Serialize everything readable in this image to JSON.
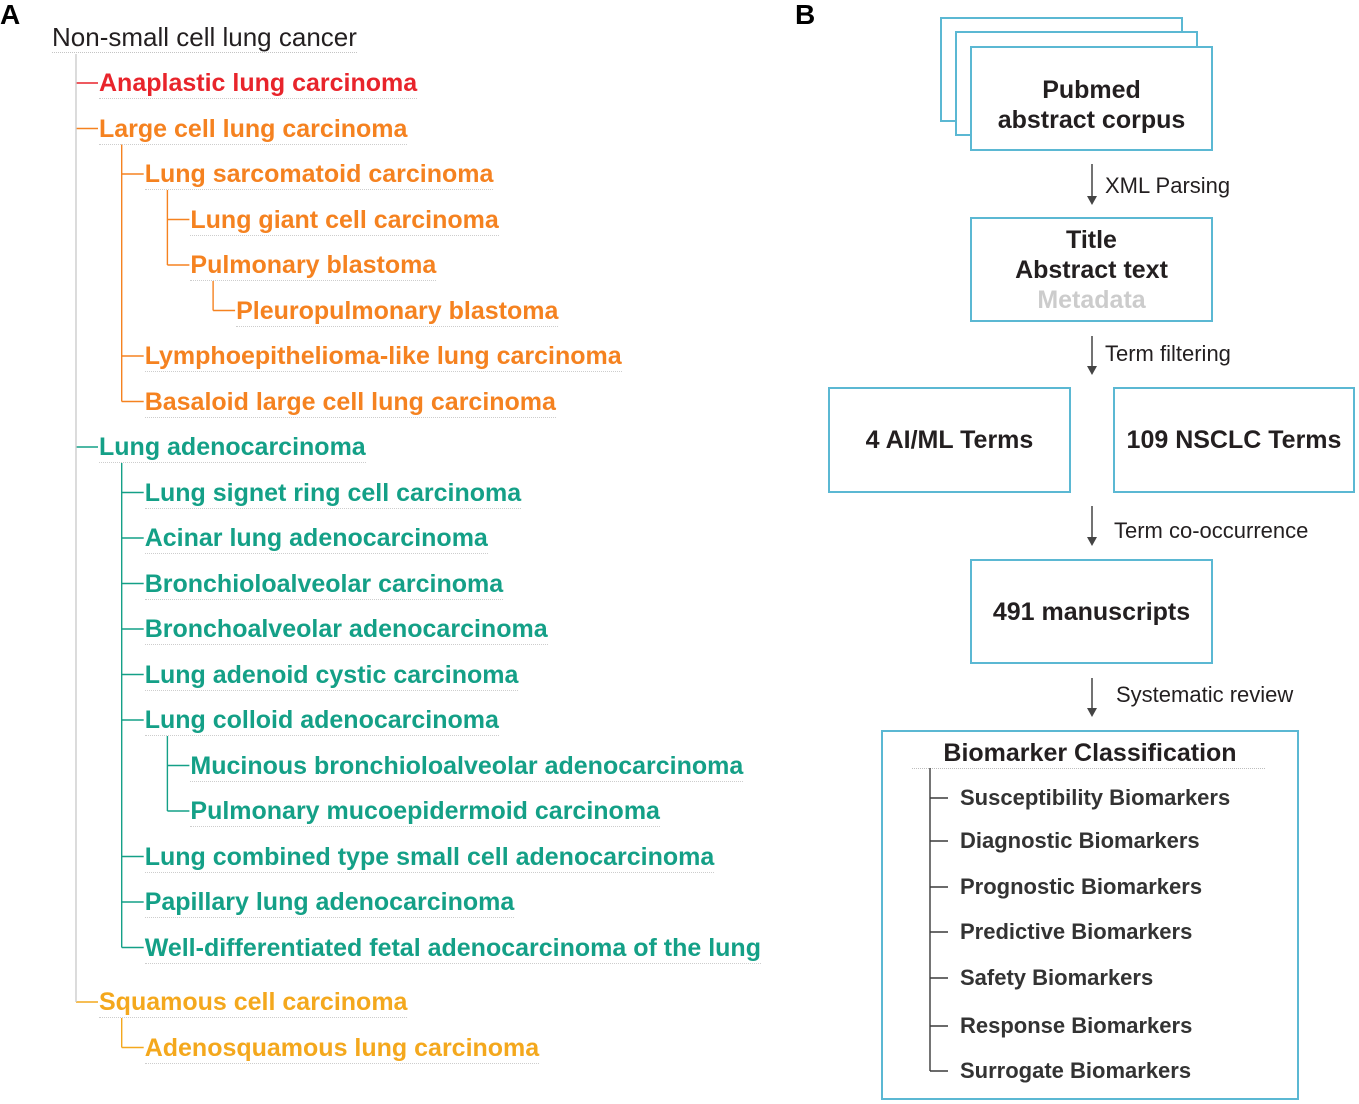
{
  "panel_a": {
    "label": "A",
    "tree": {
      "label": "Non-small cell lung cancer",
      "trunk_color": "#cccccc",
      "children": [
        {
          "label": "Anaplastic lung carcinoma",
          "color": "#e8242b"
        },
        {
          "label": "Large cell lung carcinoma",
          "color": "#f58220",
          "children": [
            {
              "label": "Lung sarcomatoid carcinoma",
              "children": [
                {
                  "label": "Lung giant cell carcinoma"
                },
                {
                  "label": "Pulmonary blastoma",
                  "children": [
                    {
                      "label": "Pleuropulmonary blastoma"
                    }
                  ]
                }
              ]
            },
            {
              "label": "Lymphoepithelioma-like lung carcinoma"
            },
            {
              "label": "Basaloid large cell lung carcinoma"
            }
          ]
        },
        {
          "label": "Lung adenocarcinoma",
          "color": "#14a087",
          "children": [
            {
              "label": "Lung signet ring cell carcinoma"
            },
            {
              "label": "Acinar lung adenocarcinoma"
            },
            {
              "label": "Bronchioloalveolar carcinoma"
            },
            {
              "label": "Bronchoalveolar adenocarcinoma"
            },
            {
              "label": "Lung adenoid cystic carcinoma"
            },
            {
              "label": "Lung colloid adenocarcinoma",
              "children": [
                {
                  "label": "Mucinous bronchioloalveolar adenocarcinoma"
                },
                {
                  "label": "Pulmonary mucoepidermoid carcinoma"
                }
              ]
            },
            {
              "label": "Lung combined type small cell adenocarcinoma"
            },
            {
              "label": "Papillary lung adenocarcinoma"
            },
            {
              "label": "Well-differentiated fetal adenocarcinoma of the lung"
            }
          ]
        },
        {
          "label": "Squamous cell carcinoma",
          "color": "#f4a81d",
          "children": [
            {
              "label": "Adenosquamous lung carcinoma"
            }
          ]
        }
      ]
    }
  },
  "panel_b": {
    "label": "B",
    "box_color": "#5bb8d3",
    "arrow_color": "#444444",
    "corpus": [
      "Pubmed",
      "abstract corpus"
    ],
    "parsing_step": "XML Parsing",
    "fields": {
      "primary": [
        "Title",
        "Abstract text"
      ],
      "muted": "Metadata",
      "muted_color": "#cccccc"
    },
    "filtering_step": "Term filtering",
    "terms": [
      "4 AI/ML Terms",
      "109 NSCLC Terms"
    ],
    "cooccurrence_step": "Term co-occurrence",
    "manuscripts": "491 manuscripts",
    "review_step": "Systematic review",
    "classification": {
      "title": "Biomarker Classification",
      "items": [
        "Susceptibility Biomarkers",
        "Diagnostic Biomarkers",
        "Prognostic Biomarkers",
        "Predictive Biomarkers",
        "Safety Biomarkers",
        "Response Biomarkers",
        "Surrogate Biomarkers"
      ]
    }
  }
}
